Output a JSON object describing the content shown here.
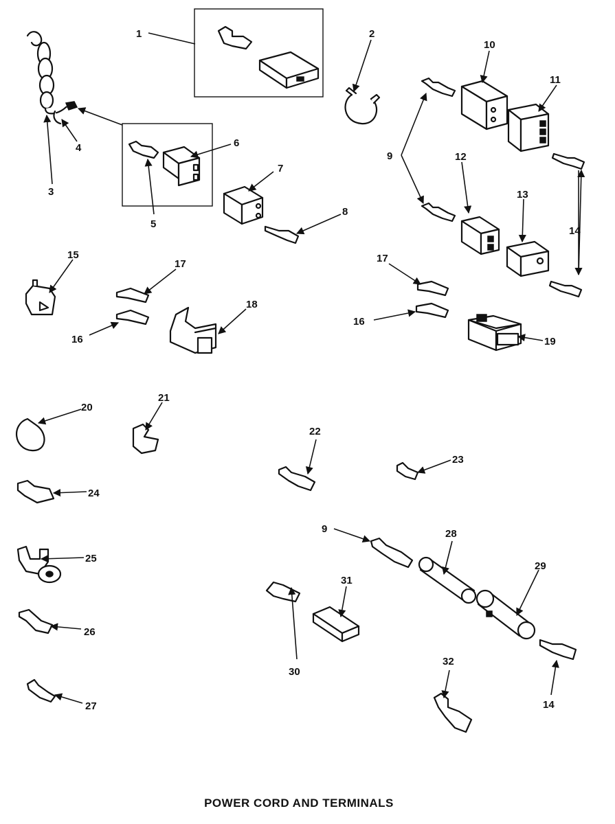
{
  "title": "POWER CORD AND TERMINALS",
  "callouts": {
    "c1": "1",
    "c2": "2",
    "c3": "3",
    "c4": "4",
    "c5": "5",
    "c6": "6",
    "c7": "7",
    "c8": "8",
    "c9a": "9",
    "c9b": "9",
    "c10": "10",
    "c11": "11",
    "c12": "12",
    "c13": "13",
    "c14a": "14",
    "c14b": "14",
    "c15": "15",
    "c16a": "16",
    "c16b": "16",
    "c17a": "17",
    "c17b": "17",
    "c18": "18",
    "c19": "19",
    "c20": "20",
    "c21": "21",
    "c22": "22",
    "c23": "23",
    "c24": "24",
    "c25": "25",
    "c26": "26",
    "c27": "27",
    "c28": "28",
    "c29": "29",
    "c30": "30",
    "c31": "31",
    "c32": "32"
  }
}
